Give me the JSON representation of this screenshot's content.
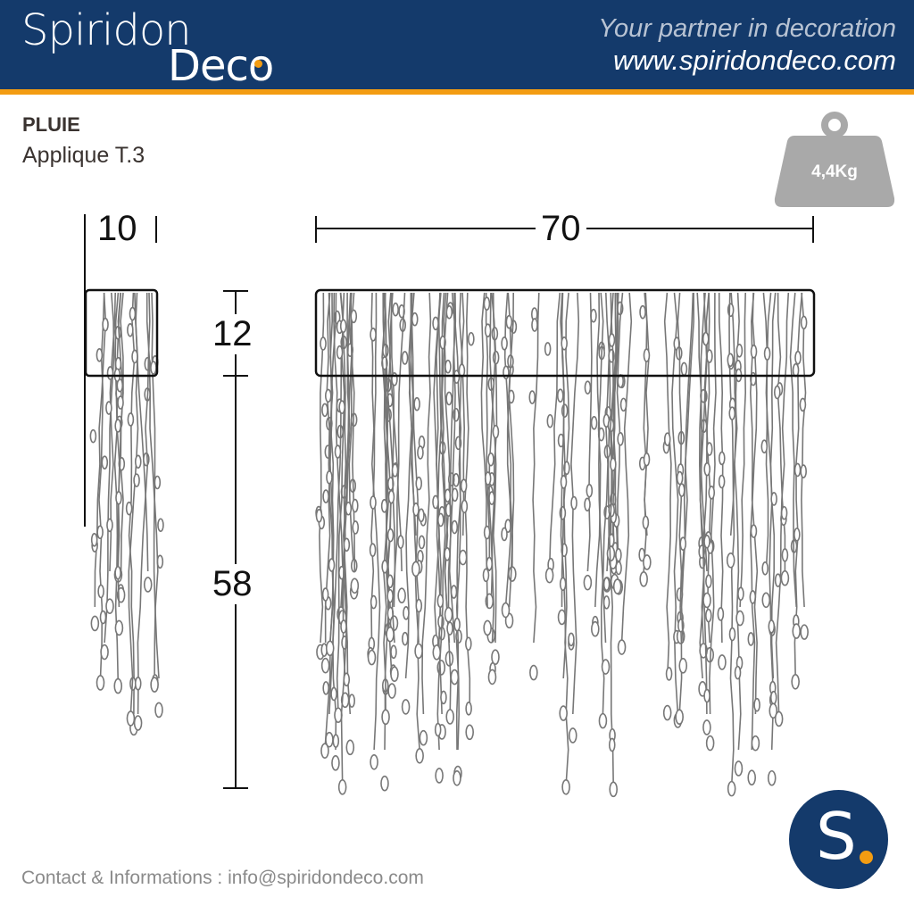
{
  "header": {
    "brand_line1": "Spiridon",
    "brand_line2": "Deco",
    "tagline": "Your partner in decoration",
    "url": "www.spiridondeco.com"
  },
  "product": {
    "name": "PLUIE",
    "type": "Applique T.3",
    "weight": "4,4Kg"
  },
  "dimensions": {
    "depth": "10",
    "width": "70",
    "box_height": "12",
    "drop_height": "58"
  },
  "footer": {
    "contact": "Contact & Informations : info@spiridondeco.com"
  },
  "logo": {
    "letter": "S"
  },
  "colors": {
    "navy": "#143a6b",
    "orange": "#f39c12",
    "weight_gray": "#a9a9a9"
  }
}
